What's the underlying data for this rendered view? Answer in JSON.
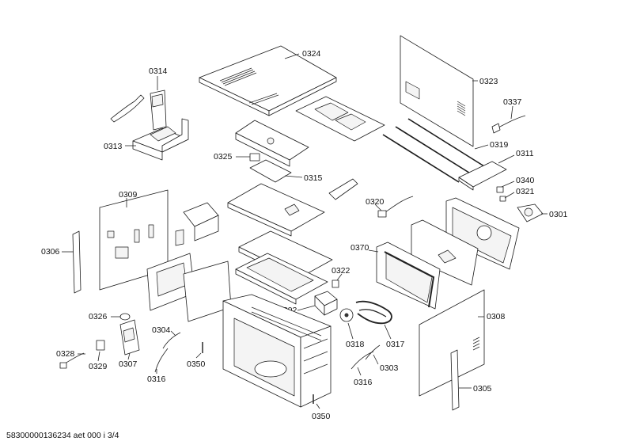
{
  "footer": {
    "text": "58300000136234 aet 000 i 3/4"
  },
  "labels": {
    "p0324": "0324",
    "p0323": "0323",
    "p0314": "0314",
    "p0337": "0337",
    "p0313": "0313",
    "p0319": "0319",
    "p0325": "0325",
    "p0311": "0311",
    "p0315": "0315",
    "p0340": "0340",
    "p0321": "0321",
    "p0309": "0309",
    "p0320": "0320",
    "p0301": "0301",
    "p0306": "0306",
    "p0370": "0370",
    "p0322": "0322",
    "p0302": "0302",
    "p0326": "0326",
    "p0308": "0308",
    "p0304": "0304",
    "p0318": "0318",
    "p0317": "0317",
    "p0328": "0328",
    "p0329": "0329",
    "p0307": "0307",
    "p0350a": "0350",
    "p0303": "0303",
    "p0316a": "0316",
    "p0316b": "0316",
    "p0305": "0305",
    "p0350b": "0350"
  }
}
